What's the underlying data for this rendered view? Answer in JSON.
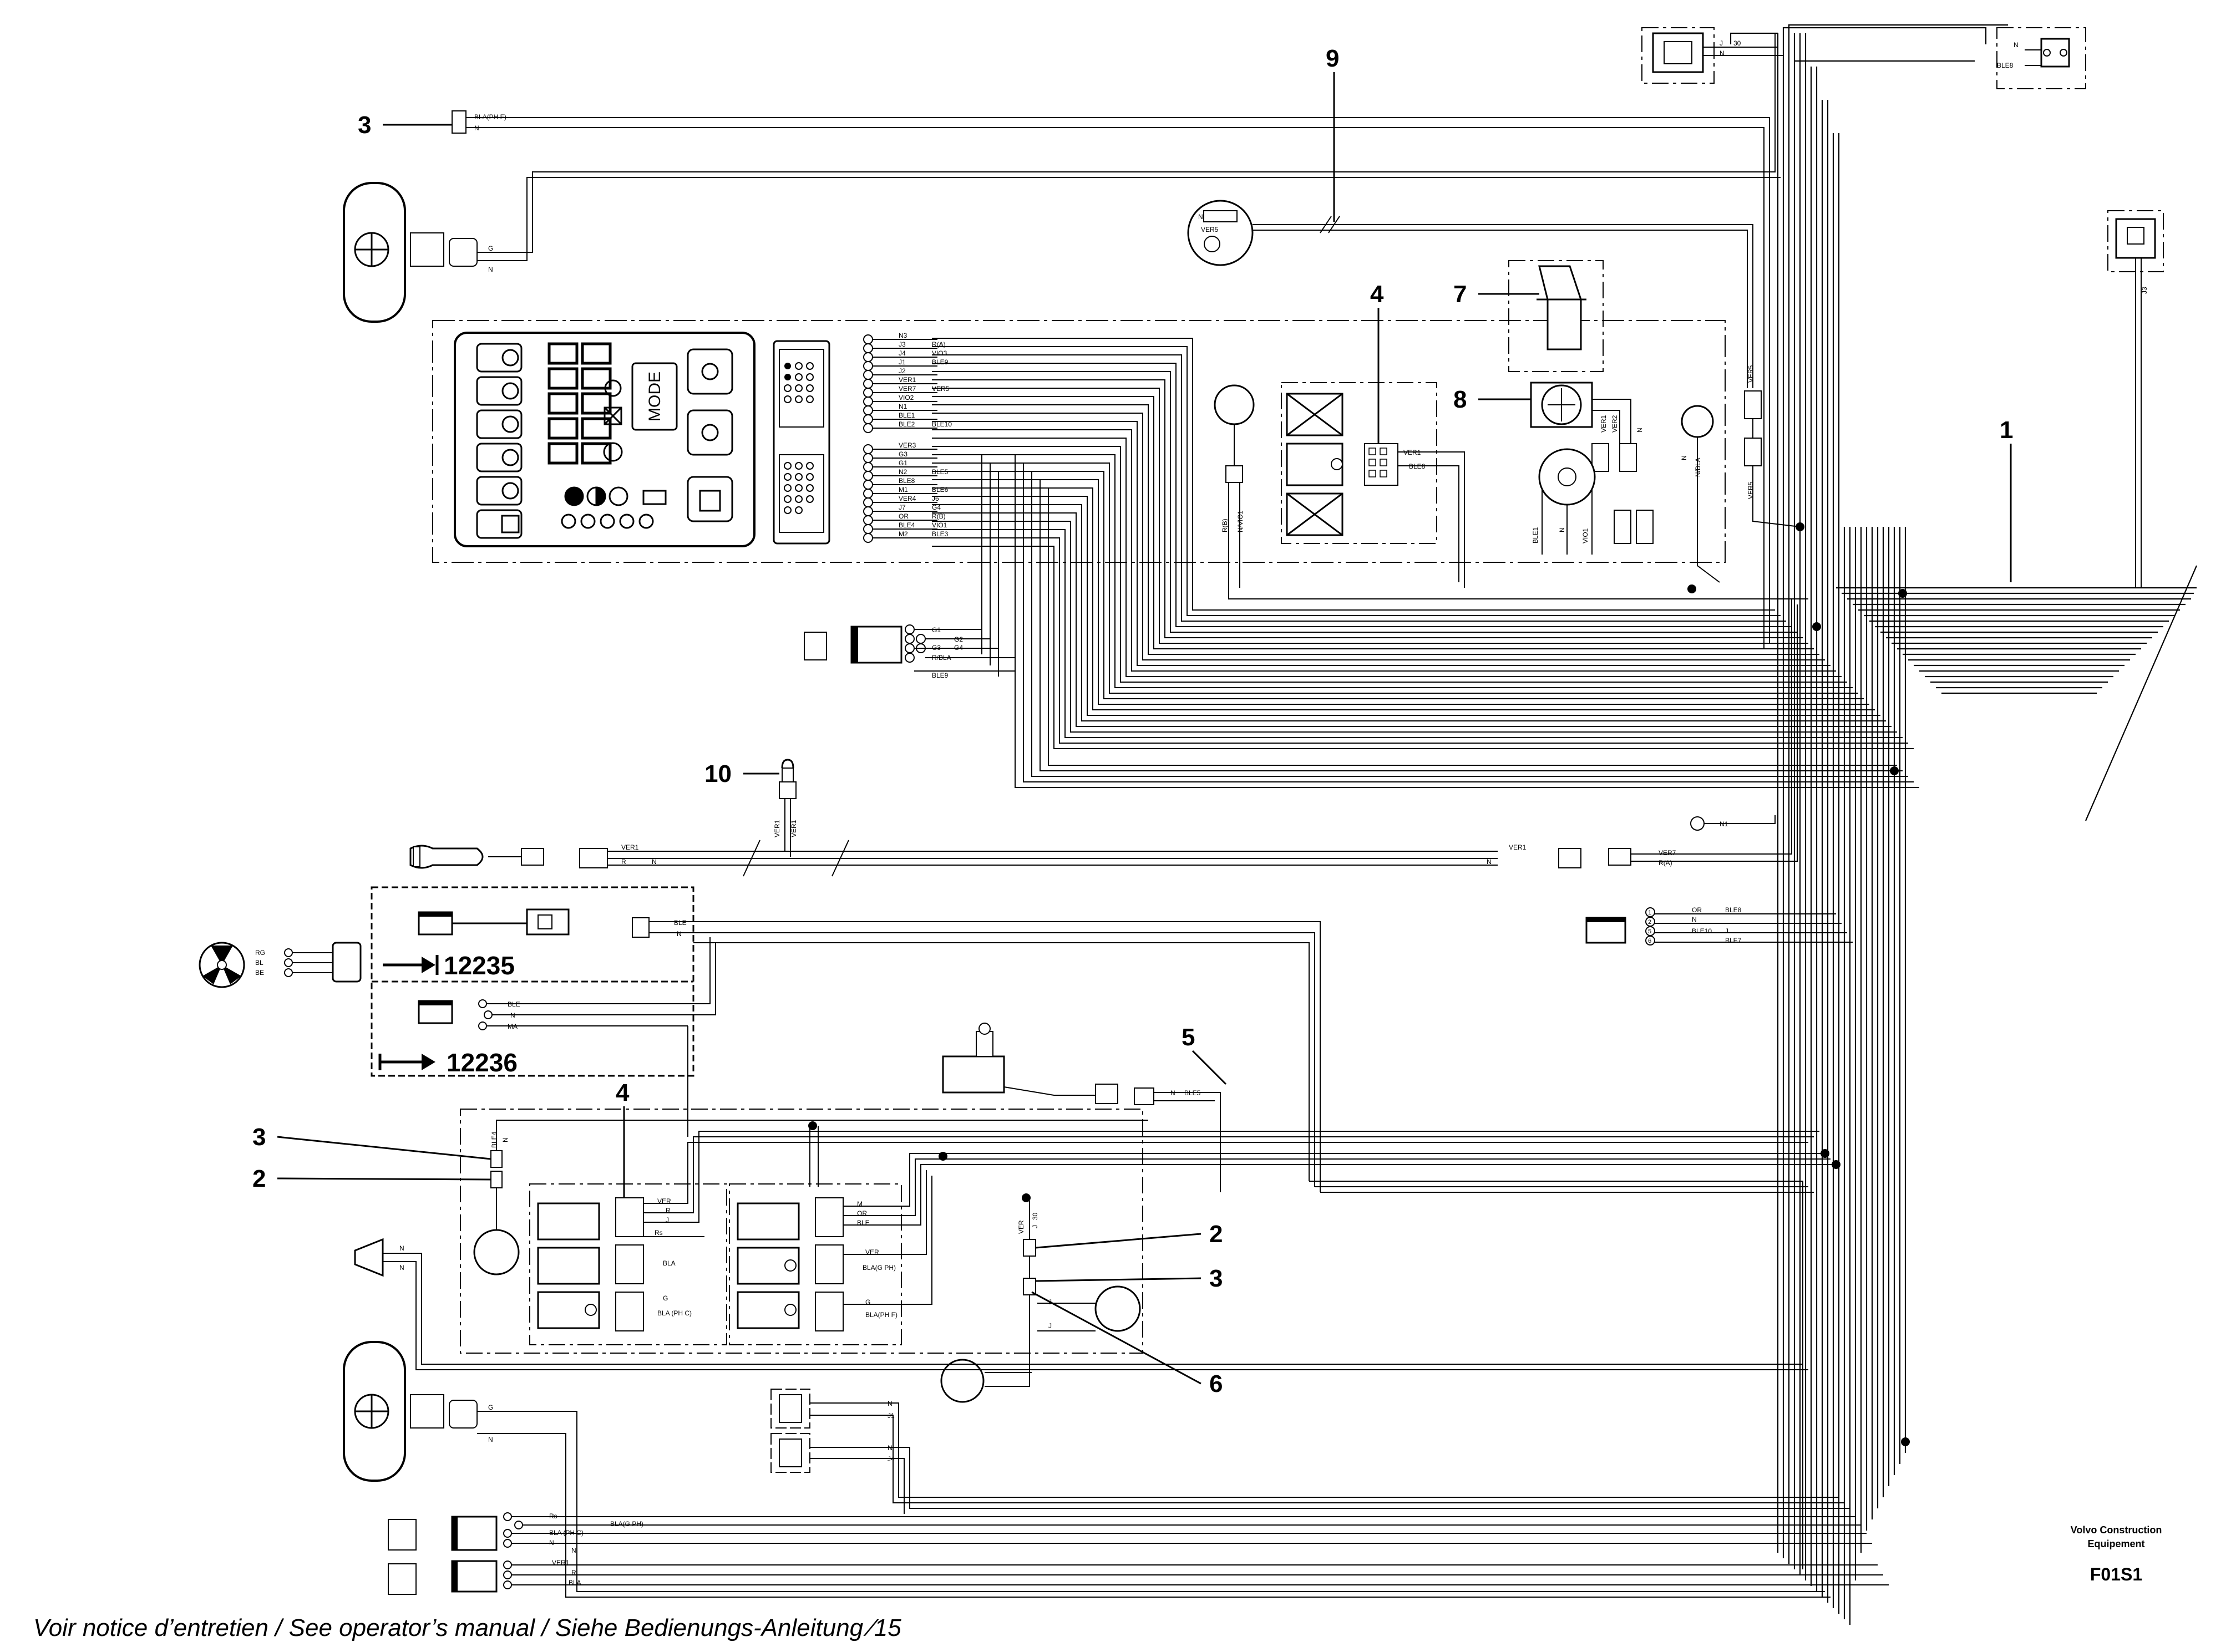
{
  "callouts": {
    "c1": "1",
    "c2_top": "2",
    "c2_right": "2",
    "c3_top": "3",
    "c3_mid": "3",
    "c3_right": "3",
    "c4_top": "4",
    "c4_bottom": "4",
    "c5": "5",
    "c6": "6",
    "c7": "7",
    "c8": "8",
    "c9": "9",
    "c10": "10"
  },
  "dashboard": {
    "mode_label": "MODE",
    "connector_wires": [
      "N3",
      "J3",
      "J4",
      "J1",
      "J2",
      "VER1",
      "VER7",
      "VIO2",
      "N1",
      "BLE1",
      "BLE2",
      "VER3",
      "G3",
      "G1",
      "N2",
      "BLE8",
      "M1",
      "VER4",
      "J7",
      "OR",
      "BLE4",
      "M2"
    ],
    "connector_wires_right": [
      "R(A)",
      "VIO3",
      "BLE9",
      "VER5",
      "BLE10",
      "BLE5",
      "BLE6",
      "J6",
      "G4",
      "R(B)",
      "VIO1",
      "BLE3"
    ]
  },
  "top_connector": {
    "wire_a": "BLA(PH F)",
    "wire_b": "N"
  },
  "top_right_switch": {
    "wire_a": "J",
    "wire_b": "N",
    "wire_c": "BLE8",
    "wire_d": "30"
  },
  "right_switch": {
    "wire": "J3"
  },
  "sensor_9": {
    "wire_a": "N",
    "wire_b": "VER5"
  },
  "relay_4_top": {
    "wire_a": "VER1",
    "wire_b": "BLE8"
  },
  "relay_8": {
    "wire_a": "VER1",
    "wire_b": "VER2",
    "wire_c": "N",
    "wire_d": "N/BLA"
  },
  "ign_switch": {
    "wire_a": "BLE1",
    "wire_b": "N",
    "wire_c": "VIO1"
  },
  "lower_relays": {
    "wire_a": "VER1",
    "wire_b": "VER4"
  },
  "small_connector": {
    "pins": [
      "G1",
      "G2",
      "G3",
      "G4",
      "R/BLA"
    ],
    "wire": "BLE9"
  },
  "sensor_10": {
    "wire_a": "VER1",
    "wire_b": "VER1"
  },
  "horizontal_harness": {
    "left_label_a": "VER1",
    "left_label_b": "R",
    "left_label_c": "N",
    "right_label_a": "N",
    "right_label_b": "VER1",
    "right_label_c": "VER7",
    "right_label_d": "R(A)",
    "n1_label": "N1"
  },
  "option_box": {
    "code_a": "12235",
    "code_b": "12236",
    "wire_ble": "BLE",
    "wire_n": "N",
    "wire_ma": "MA",
    "fan_wires": [
      "RG",
      "BL",
      "BE"
    ]
  },
  "right_connector": {
    "pins": [
      "1",
      "2",
      "5",
      "6"
    ],
    "wires": [
      "OR",
      "N",
      "BLE10",
      "J"
    ],
    "wires_b": [
      "BLE8",
      "",
      "",
      "BLE7"
    ]
  },
  "sensor_5": {
    "wire_a": "N",
    "wire_b": "BLE5"
  },
  "bottom_relays": {
    "left_wires": [
      "VER",
      "R",
      "J",
      "Rs",
      "BLA",
      "G",
      "BLA (PH C)"
    ],
    "right_wires": [
      "M",
      "OR",
      "BLE",
      "VER",
      "BLA(G PH)",
      "G",
      "BLA(PH F)"
    ],
    "side_wire_a": "BLE4",
    "side_wire_b": "N"
  },
  "switch_2": {
    "wire_a": "VER",
    "wire_b": "J",
    "wire_c": "30"
  },
  "motor_6": {
    "wire_a": "J",
    "wire_b": "J"
  },
  "bottom_switches": {
    "a": {
      "wire_a": "N",
      "wire_b": "J1"
    },
    "b": {
      "wire_a": "N",
      "wire_b": "J4"
    }
  },
  "bottom_connectors": {
    "a": {
      "wires": [
        "Rs",
        "BLA(G PH)",
        "BLA (PH C)",
        "N",
        "N"
      ]
    },
    "b": {
      "wires": [
        "VER1",
        "R",
        "BLA"
      ]
    }
  },
  "footer": {
    "note": "Voir notice d’entretien / See operator’s manual / Siehe Bedienungs-Anleitung ⁄15",
    "brand_line1": "Volvo Construction",
    "brand_line2": "Equipement",
    "code": "F01S1"
  },
  "colors": {
    "ink": "#000000",
    "paper": "#ffffff"
  }
}
